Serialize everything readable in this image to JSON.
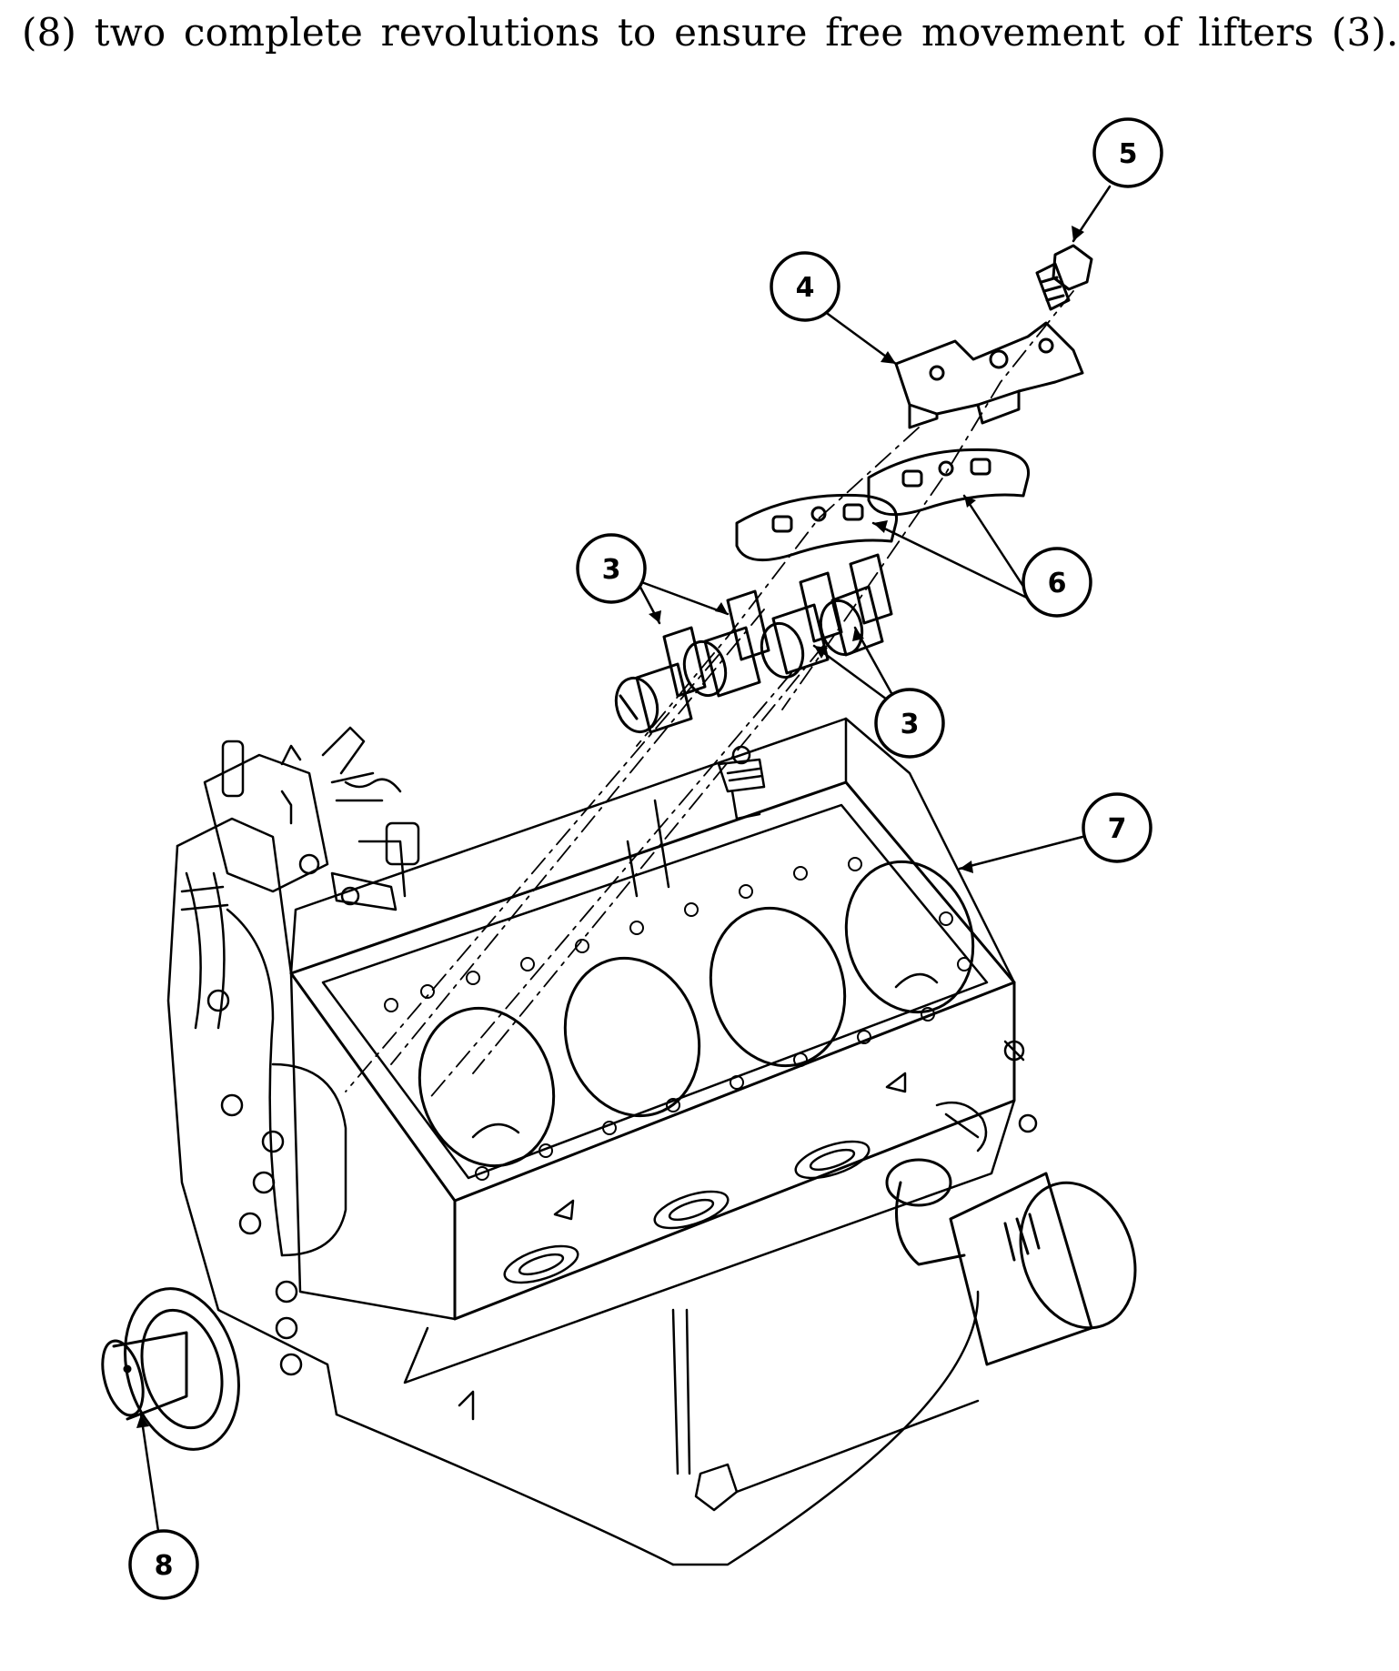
{
  "instruction_text": "(8) two complete revolutions to ensure free movement of lifters (3).",
  "callouts": [
    {
      "id": "c5",
      "label": "5"
    },
    {
      "id": "c4",
      "label": "4"
    },
    {
      "id": "c6",
      "label": "6"
    },
    {
      "id": "c3a",
      "label": "3"
    },
    {
      "id": "c3b",
      "label": "3"
    },
    {
      "id": "c7",
      "label": "7"
    },
    {
      "id": "c8",
      "label": "8"
    }
  ],
  "colors": {
    "ink": "#000000",
    "paper": "#ffffff"
  }
}
